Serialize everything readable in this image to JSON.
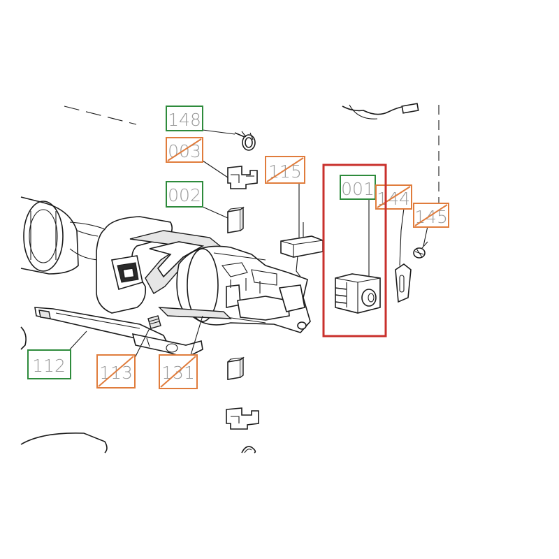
{
  "colors": {
    "available": "#2e8b3c",
    "unavailable": "#e07c3c",
    "highlight": "#c9302c",
    "label_text": "#9a9a9a",
    "line": "#1a1a1a"
  },
  "callouts": [
    {
      "id": "c148",
      "label": "148",
      "status": "available"
    },
    {
      "id": "c003",
      "label": "003",
      "status": "unavailable"
    },
    {
      "id": "c002",
      "label": "002",
      "status": "available"
    },
    {
      "id": "c115",
      "label": "115",
      "status": "unavailable"
    },
    {
      "id": "c001",
      "label": "001",
      "status": "available",
      "highlighted": true
    },
    {
      "id": "c144",
      "label": "144",
      "status": "unavailable"
    },
    {
      "id": "c145",
      "label": "145",
      "status": "unavailable"
    },
    {
      "id": "c112",
      "label": "112",
      "status": "available"
    },
    {
      "id": "c113",
      "label": "113",
      "status": "unavailable"
    },
    {
      "id": "c131",
      "label": "131",
      "status": "unavailable"
    }
  ]
}
